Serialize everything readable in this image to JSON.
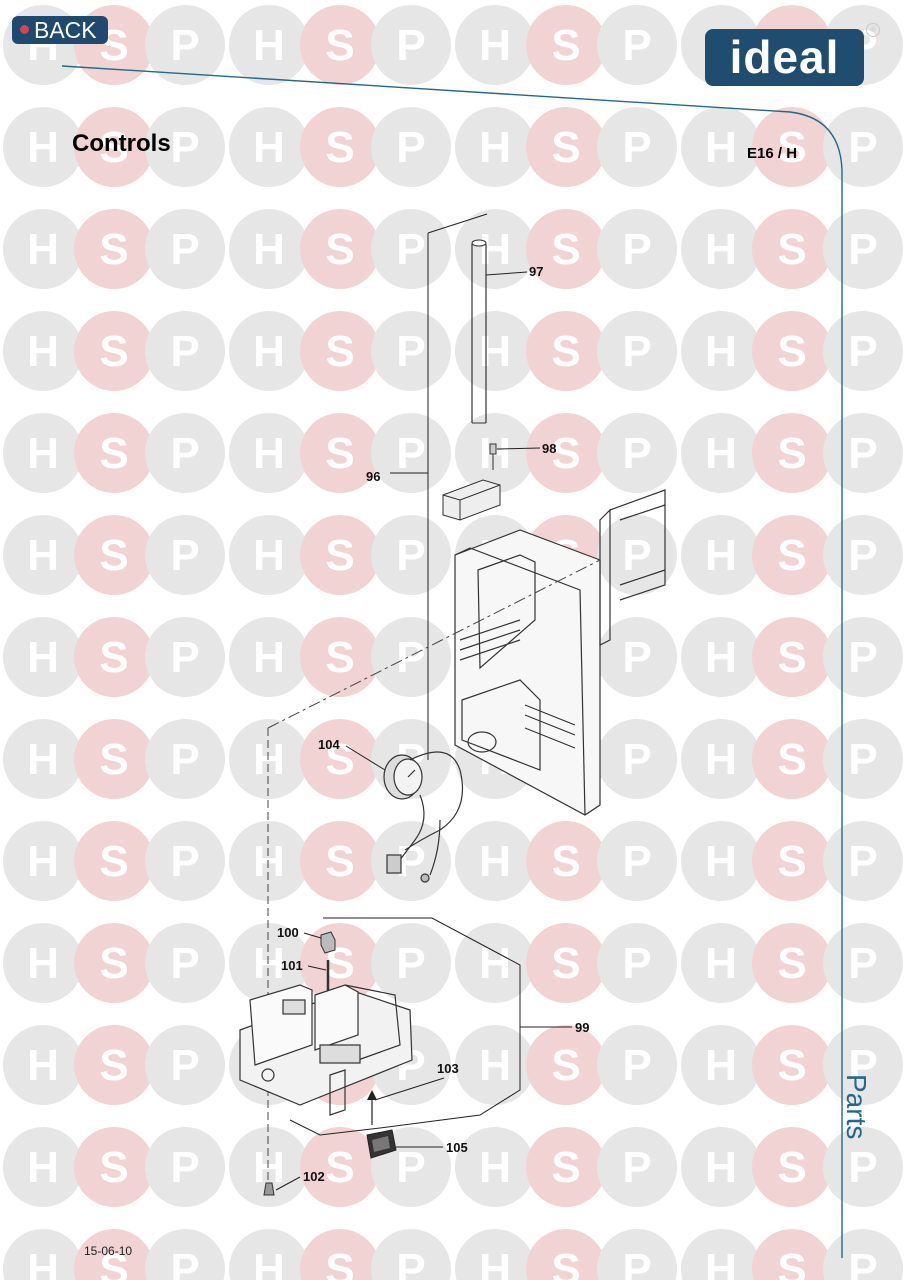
{
  "header": {
    "back_label": "BACK",
    "logo_text": "ideal",
    "logo_registered": "®",
    "page_title": "Controls",
    "model_code": "E16 / H"
  },
  "watermark": {
    "letters": [
      "H",
      "S",
      "P"
    ]
  },
  "side_label": "Parts",
  "footer": {
    "date": "15-06-10"
  },
  "parts_callouts": [
    "97",
    "98",
    "96",
    "104",
    "100",
    "101",
    "99",
    "103",
    "105",
    "102"
  ],
  "colors": {
    "brand": "#1f4d6f",
    "back_button": "#1d4a6e",
    "watermark_grey": "#e6e6e6",
    "watermark_red": "#f1d3d3",
    "border_line": "#1f6a8a"
  }
}
